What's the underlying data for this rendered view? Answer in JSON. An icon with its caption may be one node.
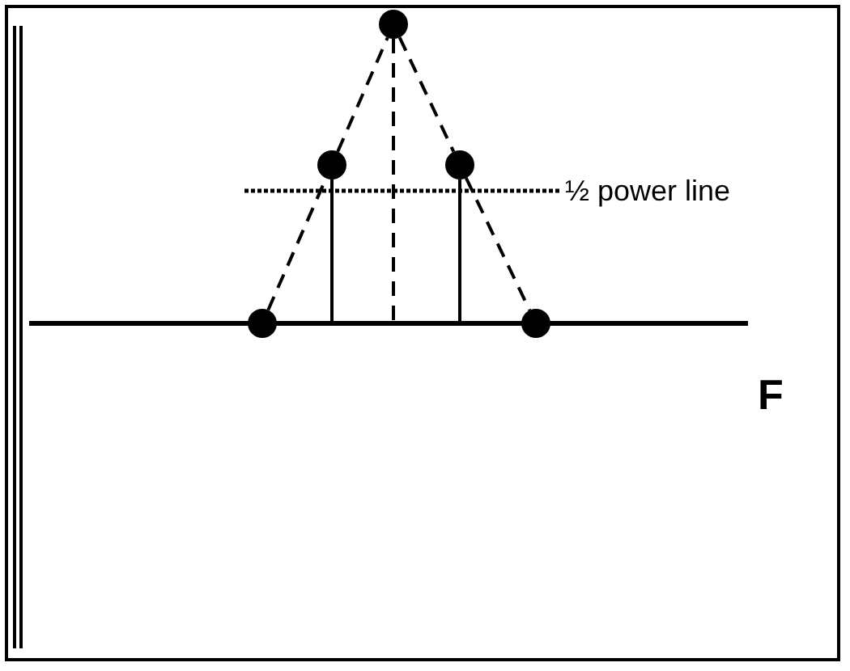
{
  "diagram": {
    "nodes": [
      {
        "text": [],
        "shape": "circle"
      },
      {
        "text": [],
        "shape": "circle"
      },
      {
        "text": [],
        "shape": "circle"
      },
      {
        "text": [],
        "shape": "circle"
      },
      {
        "text": [],
        "shape": "circle"
      }
    ],
    "edges": [
      {
        "from": 3,
        "to": 1,
        "arrow": "none",
        "style": "dashed"
      },
      {
        "from": 1,
        "to": 0,
        "arrow": "none",
        "style": "dashed"
      },
      {
        "from": 0,
        "to": 2,
        "arrow": "none",
        "style": "dashed"
      },
      {
        "from": 2,
        "to": 4,
        "arrow": "none",
        "style": "dashed"
      },
      {
        "from": 0,
        "to": null,
        "arrow": "none",
        "style": "dashed"
      },
      {
        "from": 1,
        "to": null,
        "arrow": "none"
      },
      {
        "from": 2,
        "to": null,
        "arrow": "none"
      }
    ],
    "labels": [
      "½ power line",
      "F"
    ]
  }
}
